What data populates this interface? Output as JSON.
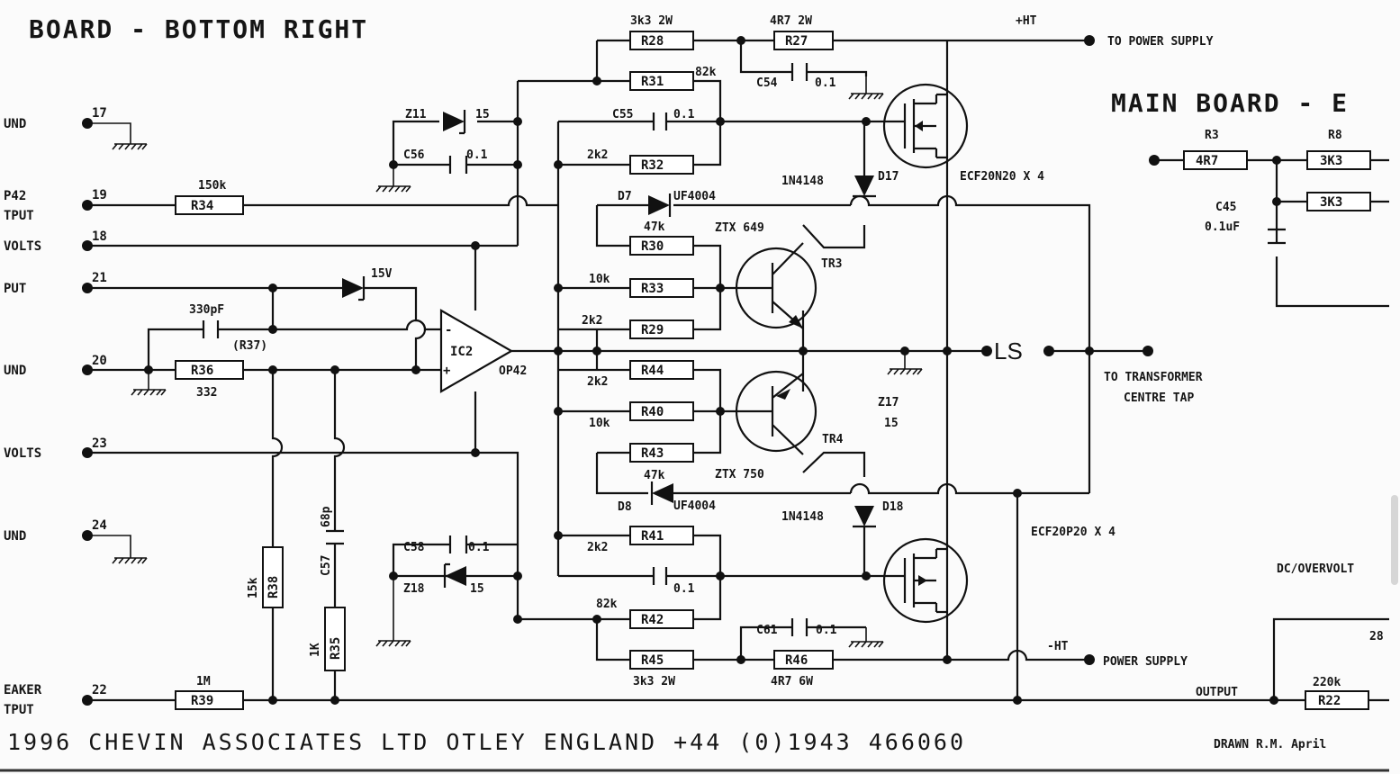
{
  "header": {
    "title_left": "BOARD - BOTTOM RIGHT",
    "title_right": "MAIN BOARD - E"
  },
  "connectors": [
    {
      "pin": "17",
      "label": "UND"
    },
    {
      "pin": "19",
      "label": "P42",
      "label2": "TPUT"
    },
    {
      "pin": "18",
      "label": "VOLTS"
    },
    {
      "pin": "21",
      "label": "PUT"
    },
    {
      "pin": "20",
      "label": "UND"
    },
    {
      "pin": "23",
      "label": "VOLTS"
    },
    {
      "pin": "24",
      "label": "UND"
    },
    {
      "pin": "22",
      "label": "EAKER",
      "label2": "TPUT"
    }
  ],
  "resistors": [
    {
      "ref": "R28",
      "value": "3k3 2W"
    },
    {
      "ref": "R27",
      "value": "4R7 2W"
    },
    {
      "ref": "R31",
      "value": "82k"
    },
    {
      "ref": "R32",
      "value": "2k2"
    },
    {
      "ref": "R34",
      "value": "150k"
    },
    {
      "ref": "R30",
      "value": "47k"
    },
    {
      "ref": "R33",
      "value": "10k"
    },
    {
      "ref": "R29",
      "value": "2k2"
    },
    {
      "ref": "R44",
      "value": "2k2"
    },
    {
      "ref": "R40",
      "value": "10k"
    },
    {
      "ref": "R43",
      "value": "47k"
    },
    {
      "ref": "R41",
      "value": "2k2"
    },
    {
      "ref": "R42",
      "value": "82k"
    },
    {
      "ref": "R45",
      "value": "3k3 2W"
    },
    {
      "ref": "R46",
      "value": "4R7 6W"
    },
    {
      "ref": "R36",
      "value": "332"
    },
    {
      "ref": "R38",
      "value": "15k"
    },
    {
      "ref": "R35",
      "value": "1K"
    },
    {
      "ref": "R39",
      "value": "1M"
    },
    {
      "ref": "R22",
      "value": "220k"
    },
    {
      "ref": "R3",
      "value": "4R7"
    },
    {
      "ref": "R8",
      "value": "3K3"
    },
    {
      "ref": "",
      "value": "3K3"
    }
  ],
  "capacitors": [
    {
      "ref": "C54",
      "value": "0.1"
    },
    {
      "ref": "C55",
      "value": "0.1"
    },
    {
      "ref": "C56",
      "value": "0.1"
    },
    {
      "ref": "C58",
      "value": "0.1"
    },
    {
      "ref": "C61",
      "value": "0.1"
    },
    {
      "ref": "C57",
      "value": "68p"
    },
    {
      "ref": "",
      "value": "330pF"
    },
    {
      "ref": "(R37)",
      "value": ""
    },
    {
      "ref": "C45",
      "value": "0.1uF"
    },
    {
      "ref": "",
      "value": "0.1"
    }
  ],
  "semiconductors": {
    "z11": "Z11",
    "z11_v": "15",
    "z18": "Z18",
    "z18_v": "15",
    "z15v": "15V",
    "d7": "D7",
    "d7_type": "UF4004",
    "d8": "D8",
    "d8_type": "UF4004",
    "d17": "D17",
    "d17_type": "1N4148",
    "d18": "D18",
    "d18_type": "1N4148",
    "tr3": "TR3",
    "tr3_type": "ZTX 649",
    "tr4": "TR4",
    "tr4_type": "ZTX 750",
    "z17": "Z17",
    "z17_v": "15",
    "ic2": "IC2",
    "ic2_type": "OP42",
    "ic2_minus": "-",
    "ic2_plus": "+",
    "mos_n": "ECF20N20 X 4",
    "mos_p": "ECF20P20 X 4"
  },
  "nets": {
    "hv_pos": "+HT",
    "hv_neg": "-HT",
    "to_psu": "TO POWER SUPPLY",
    "psu": "POWER SUPPLY",
    "ls": "LS",
    "xfmr1": "TO TRANSFORMER",
    "xfmr2": "CENTRE TAP",
    "output": "OUTPUT",
    "dcov": "DC/OVERVOLT",
    "pin28": "28"
  },
  "footer": {
    "copyright": "1996 CHEVIN ASSOCIATES LTD OTLEY ENGLAND +44 (0)1943 466060",
    "drawn": "DRAWN R.M. April"
  }
}
